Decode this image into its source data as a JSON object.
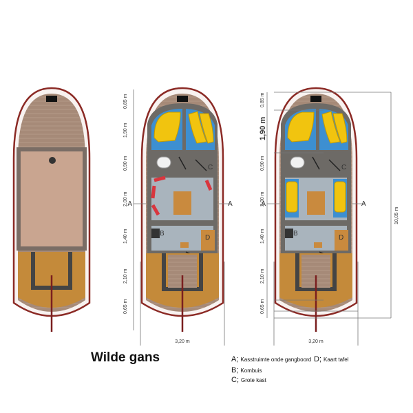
{
  "title": "Wilde gans",
  "legend": [
    {
      "key": "A;",
      "text": "Kasstruimte onde gangboord"
    },
    {
      "key": "B;",
      "text": "Kombuis"
    },
    {
      "key": "C;",
      "text": "Grote kast"
    },
    {
      "key": "D;",
      "text": "Kaart tafel"
    }
  ],
  "zone_labels": {
    "a": "A",
    "b": "B",
    "c": "C",
    "d": "D"
  },
  "dimensions": {
    "d085": "0,85 m",
    "d190": "1,90 m",
    "d190_bold": "1,90 m",
    "d090": "0,90 m",
    "d200": "2,00 m",
    "d140": "1,40 m",
    "d210": "2,10 m",
    "d065": "0,65 m",
    "width": "3,20 m",
    "length": "10,05 m"
  },
  "colors": {
    "hull_outline": "#8b2a25",
    "deck": "#a68a78",
    "cockpit": "#c48a3a",
    "cabin": "#6d6a66",
    "floor": "#a9b4bd",
    "berth_blue": "#3d8fd1",
    "mattress": "#f1c40f",
    "table": "#c98a3e",
    "seat_red": "#d9363e"
  }
}
